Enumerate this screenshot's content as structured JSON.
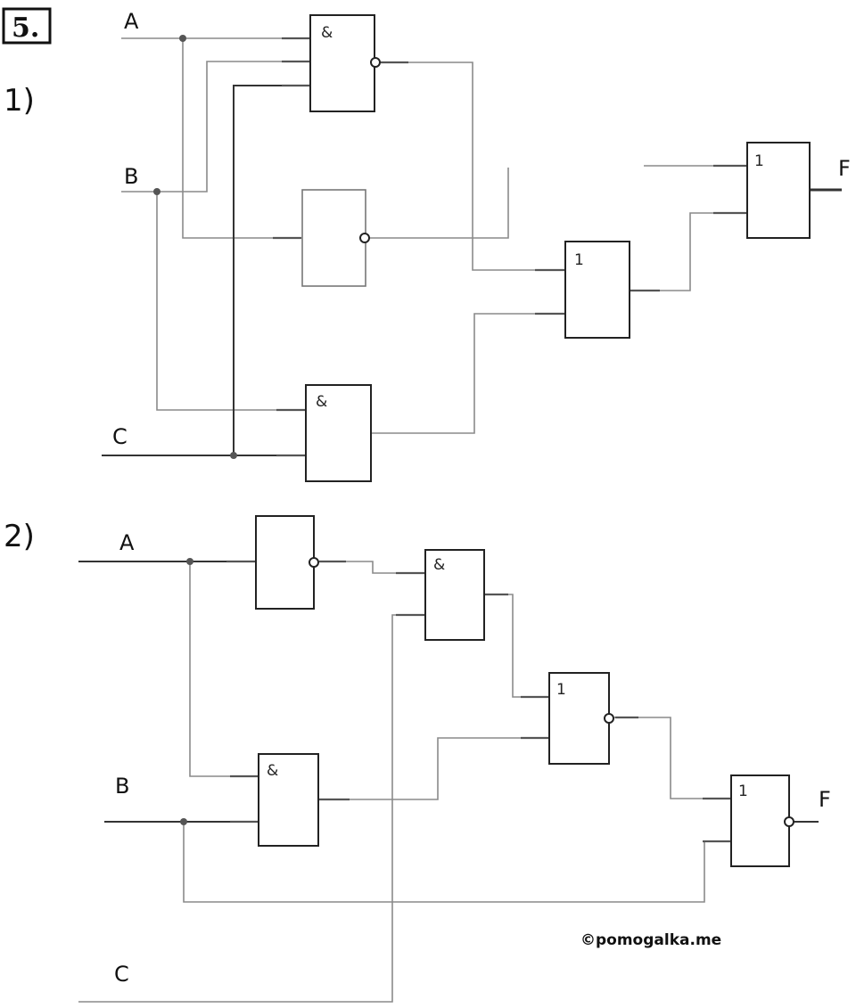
{
  "task_number": "5.",
  "circuit1": {
    "label": "1)",
    "inputs": {
      "a": "A",
      "b": "B",
      "c": "C"
    },
    "output": "F",
    "gates": {
      "g1": "&",
      "g2": "",
      "g3": "&",
      "g4": "1",
      "g5": "1"
    }
  },
  "circuit2": {
    "label": "2)",
    "inputs": {
      "a": "A",
      "b": "B",
      "c": "C"
    },
    "output": "F",
    "gates": {
      "g1": "",
      "g2": "&",
      "g3": "&",
      "g4": "1",
      "g5": "1"
    }
  },
  "copyright": "©pomogalka.me"
}
